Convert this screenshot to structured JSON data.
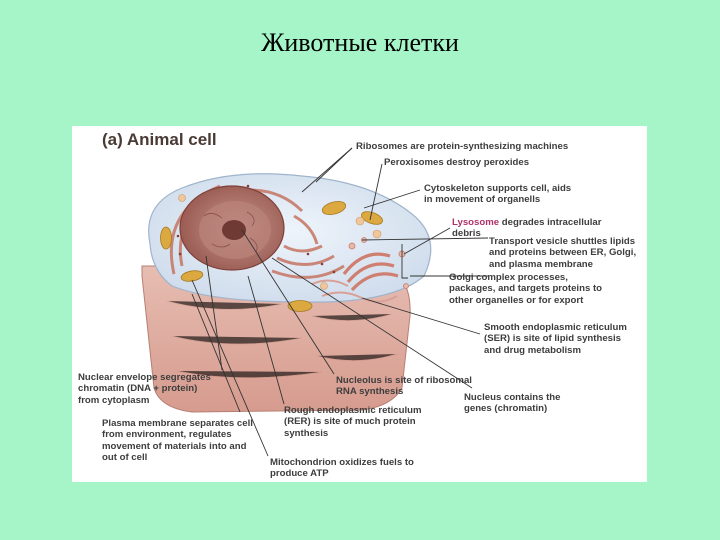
{
  "slide": {
    "title": "Животные клетки"
  },
  "figure": {
    "panel_title": "(a) Animal cell",
    "labels": {
      "ribosomes": "Ribosomes are protein-synthesizing machines",
      "peroxisomes": "Peroxisomes destroy peroxides",
      "cytoskeleton": "Cytoskeleton supports cell, aids\nin movement of organells",
      "lysosome_name": "Lysosome",
      "lysosome_rest": " degrades intracellular\ndebris",
      "transport_vesicle": "Transport vesicle shuttles lipids\nand proteins between ER, Golgi,\nand plasma membrane",
      "golgi": "Golgi complex processes,\npackages, and targets proteins to\nother organelles or for export",
      "ser": "Smooth endoplasmic reticulum\n(SER) is site of lipid synthesis\nand drug metabolism",
      "nucleolus": "Nucleolus is site of ribosomal\nRNA synthesis",
      "nucleus": "Nucleus contains the\ngenes (chromatin)",
      "nuclear_envelope": "Nuclear envelope segregates\nchromatin (DNA + protein)\nfrom cytoplasm",
      "rer": "Rough endoplasmic reticulum\n(RER) is site of much protein\nsynthesis",
      "plasma_membrane": "Plasma membrane separates cell\nfrom environment, regulates\nmovement of materials into and\nout of cell",
      "mitochondrion": "Mitochondrion oxidizes fuels to\nproduce ATP"
    }
  },
  "colors": {
    "background": "#a5f5c8",
    "panel": "#ffffff",
    "cytoplasm": "#dde9f5",
    "cell_side": "#e6b8ad",
    "nucleus": "#a86c62",
    "er": "#d08a7a",
    "mitochondrion": "#dba93f",
    "label_text": "#3d3d3d",
    "lysosome_label": "#b0306a"
  }
}
